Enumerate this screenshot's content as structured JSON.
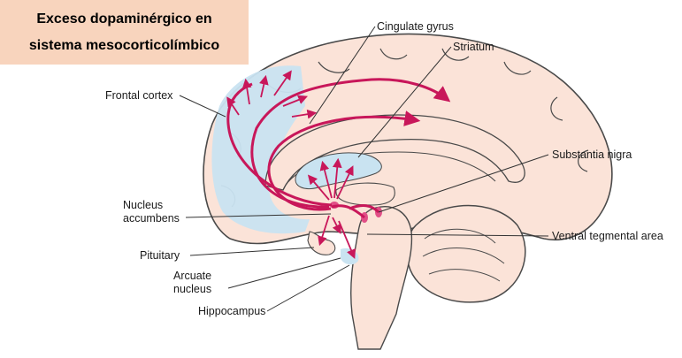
{
  "title": {
    "line1": "Exceso dopaminérgico en",
    "line2": "sistema mesocorticolímbico"
  },
  "labels": {
    "cingulate_gyrus": "Cingulate gyrus",
    "striatum": "Striatum",
    "frontal_cortex": "Frontal cortex",
    "substantia_nigra": "Substantia nigra",
    "nucleus_accumbens_1": "Nucleus",
    "nucleus_accumbens_2": "accumbens",
    "ventral_tegmental_area": "Ventral tegmental area",
    "pituitary": "Pituitary",
    "arcuate_nucleus_1": "Arcuate",
    "arcuate_nucleus_2": "nucleus",
    "hippocampus": "Hippocampus"
  },
  "colors": {
    "brain_fill": "#fbe3d8",
    "outline": "#4a4a4a",
    "blue_region": "#c9e3f1",
    "pathway": "#c8175a",
    "title_bg": "#f8d4bd"
  }
}
